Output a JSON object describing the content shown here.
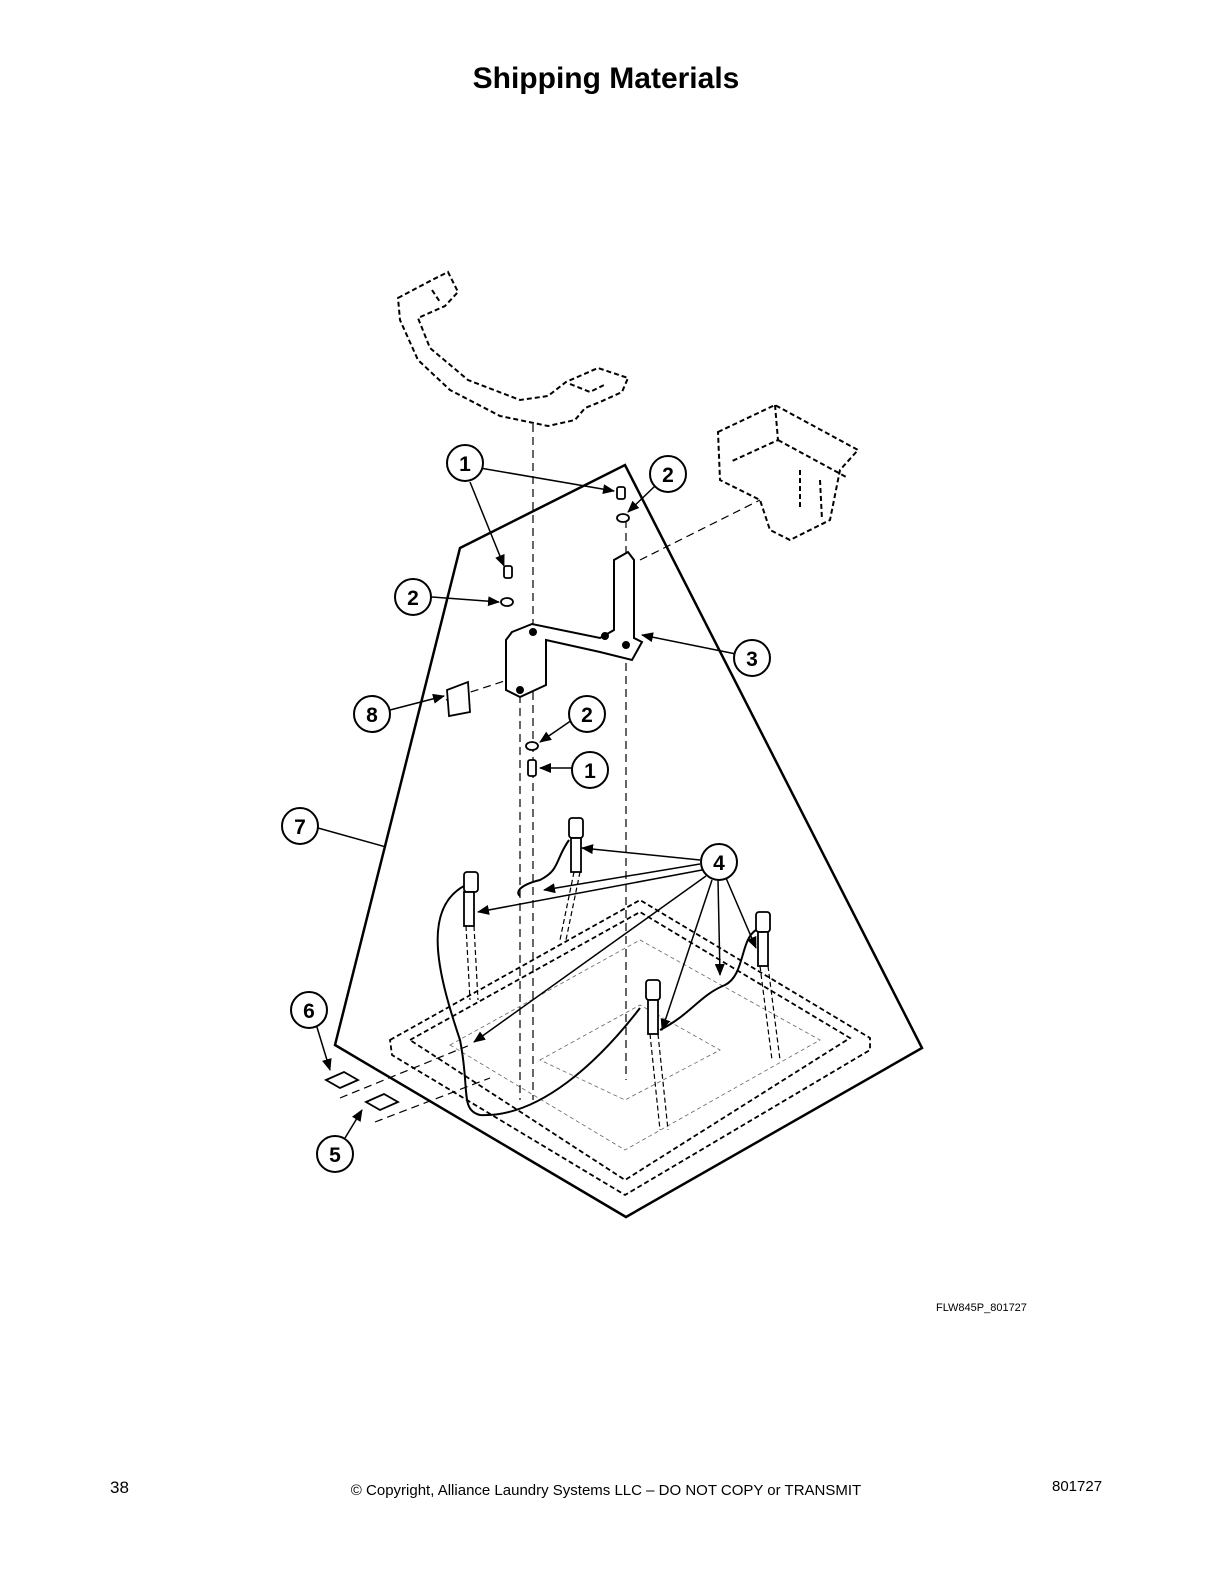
{
  "page": {
    "title": "Shipping Materials",
    "drawing_code": "FLW845P_801727",
    "page_number": "38",
    "copyright": "© Copyright, Alliance Laundry Systems LLC – DO NOT COPY or TRANSMIT",
    "document_number": "801727"
  },
  "callouts": {
    "c1a": "1",
    "c2a": "2",
    "c2b": "2",
    "c3": "3",
    "c8": "8",
    "c2c": "2",
    "c1b": "1",
    "c7": "7",
    "c4": "4",
    "c6": "6",
    "c5": "5"
  }
}
